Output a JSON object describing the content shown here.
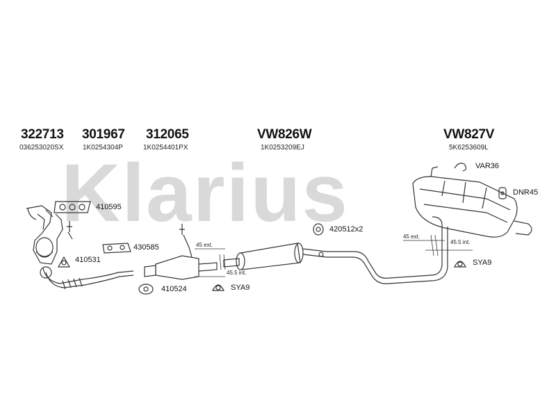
{
  "watermark": "Klarius",
  "columns": [
    {
      "part_no": "322713",
      "oe_no": "036253020SX"
    },
    {
      "part_no": "301967",
      "oe_no": "1K0254304P"
    },
    {
      "part_no": "312065",
      "oe_no": "1K0254401PX"
    },
    {
      "part_no": "VW826W",
      "oe_no": "1K0253209EJ"
    },
    {
      "part_no": "VW827V",
      "oe_no": "5K6253609L"
    }
  ],
  "accessories": [
    {
      "code": "410595"
    },
    {
      "code": "430585"
    },
    {
      "code": "410531"
    },
    {
      "code": "410524"
    },
    {
      "code": "SYA9"
    },
    {
      "code": "420512x2"
    },
    {
      "code": "SYA9"
    },
    {
      "code": "VAR36"
    },
    {
      "code": "DNR45"
    }
  ],
  "dimensions": [
    {
      "text": "45 ext."
    },
    {
      "text": "45.5 int."
    },
    {
      "text": "45 ext."
    },
    {
      "text": "45.5 int."
    }
  ],
  "colors": {
    "line": "#333333",
    "watermark": "#d9d9d9"
  }
}
